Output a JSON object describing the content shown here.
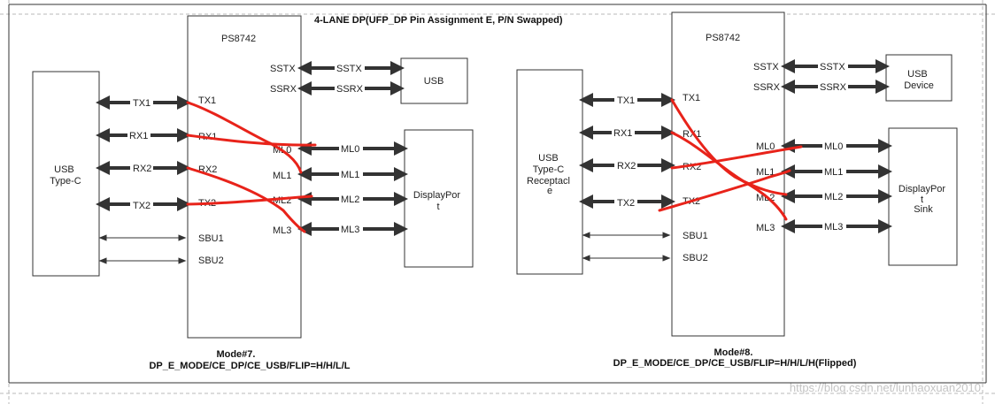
{
  "title": "4-LANE DP(UFP_DP Pin Assignment E, P/N Swapped)",
  "watermark": "https://blog.csdn.net/lunhaoxuan2010",
  "colors": {
    "trace": "#e8231a",
    "arrow": "#333333",
    "dash": "#999999"
  },
  "left": {
    "chip": "PS8742",
    "connector": [
      "USB",
      "Type-C"
    ],
    "display": [
      "DisplayPor",
      "t"
    ],
    "usb": [
      "USB"
    ],
    "ss": [
      "SSTX",
      "SSRX"
    ],
    "lanes": [
      "TX1",
      "RX1",
      "RX2",
      "TX2"
    ],
    "ml": [
      "ML0",
      "ML1",
      "ML2",
      "ML3"
    ],
    "sbu": [
      "SBU1",
      "SBU2"
    ],
    "caption": [
      "Mode#7.",
      "DP_E_MODE/CE_DP/CE_USB/FLIP=H/H/L/L"
    ]
  },
  "right": {
    "chip": "PS8742",
    "connector": [
      "USB",
      "Type-C",
      "Receptacl",
      "e"
    ],
    "display": [
      "DisplayPor",
      "t",
      "Sink"
    ],
    "usb": [
      "USB",
      "Device"
    ],
    "ss": [
      "SSTX",
      "SSRX"
    ],
    "lanes": [
      "TX1",
      "RX1",
      "RX2",
      "TX2"
    ],
    "ml": [
      "ML0",
      "ML1",
      "ML2",
      "ML3"
    ],
    "sbu": [
      "SBU1",
      "SBU2"
    ],
    "caption": [
      "Mode#8.",
      "DP_E_MODE/CE_DP/CE_USB/FLIP=H/H/L/H(Flipped)"
    ]
  }
}
